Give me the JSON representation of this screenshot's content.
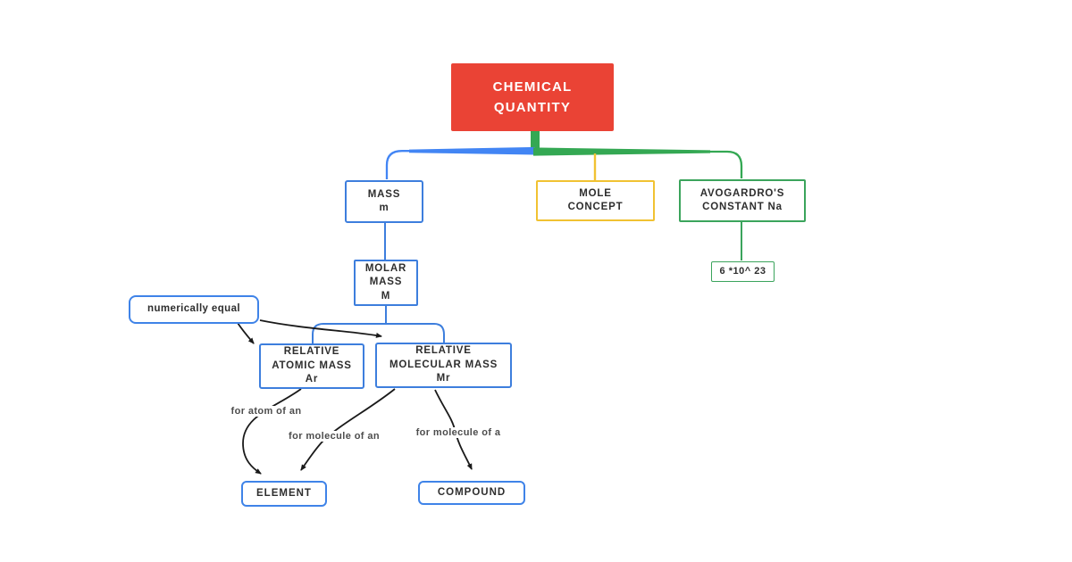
{
  "nodes": {
    "chemical_quantity": {
      "line1": "CHEMICAL",
      "line2": "QUANTITY"
    },
    "mass": {
      "line1": "MASS",
      "line2": "m"
    },
    "mole_concept": {
      "line1": "MOLE",
      "line2": "CONCEPT"
    },
    "avogadro_constant": {
      "line1": "AVOGARDRO'S",
      "line2": "CONSTANT Na"
    },
    "molar_mass": {
      "line1": "MOLAR",
      "line2": "MASS",
      "line3": "M"
    },
    "avogadro_value": {
      "line1": "6 *10^ 23"
    },
    "numerically_equal": {
      "line1": "numerically equal"
    },
    "relative_atomic_mass": {
      "line1": "RELATIVE",
      "line2": "ATOMIC MASS",
      "line3": "Ar"
    },
    "relative_molecular_mass": {
      "line1": "RELATIVE",
      "line2": "MOLECULAR MASS",
      "line3": "Mr"
    },
    "element": {
      "line1": "ELEMENT"
    },
    "compound": {
      "line1": "COMPOUND"
    }
  },
  "edge_labels": {
    "for_atom": "for atom of an",
    "for_molecule_an": "for molecule of an",
    "for_molecule_a": "for molecule of a"
  },
  "colors": {
    "root_fill": "#EA4335",
    "root_text": "#FFFFFF",
    "branch_blue": "#4285F4",
    "branch_green": "#34A853",
    "branch_yellow": "#F1C232",
    "box_blue_border": "#3D7EDD",
    "box_rounded_blue_border": "#3F83E8",
    "box_green_border": "#3BA45C",
    "box_yellow_border": "#F1C232",
    "arrow_color": "#1A1A1A"
  }
}
